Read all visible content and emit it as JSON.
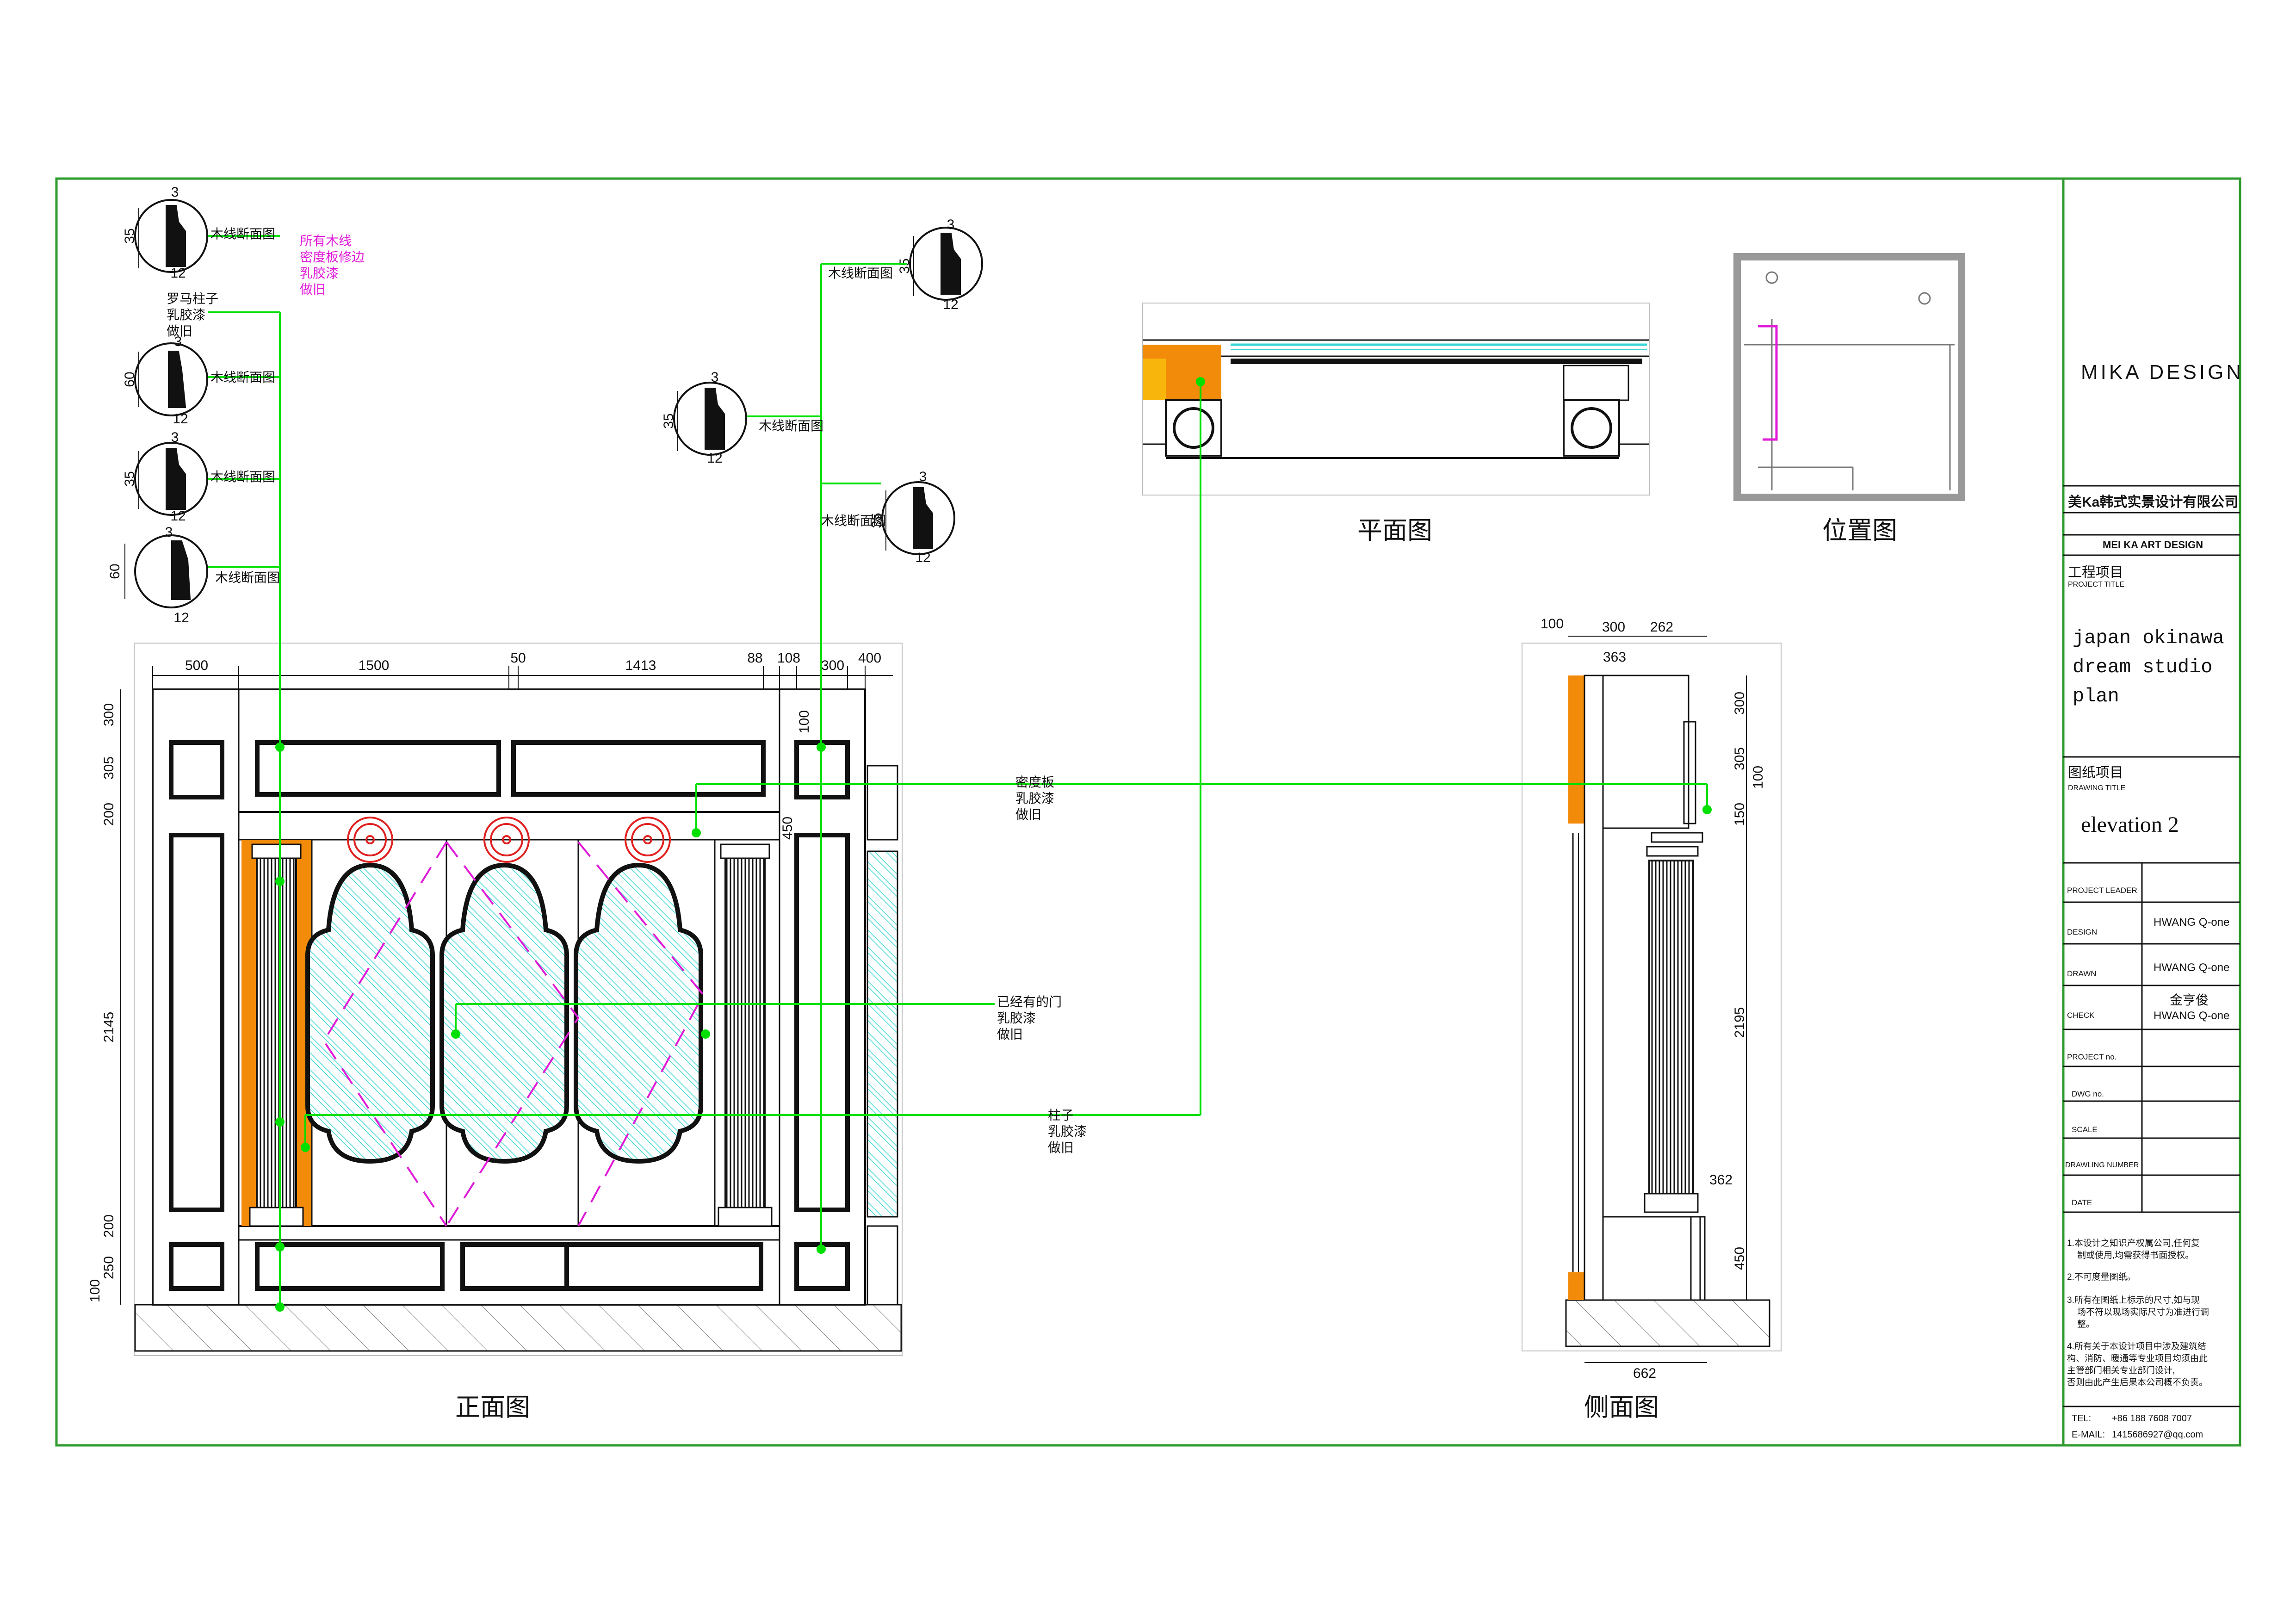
{
  "colors": {
    "border": "#2e9b2e",
    "leader": "#00e000",
    "orange": "#f28a0a",
    "mirror": "#3ad6d6",
    "magenta": "#e01ad8",
    "red": "#e02020",
    "line": "#111111"
  },
  "titleblock": {
    "logo": "MIKA DESIGN",
    "company_cn": "美Ka韩式实景设计有限公司",
    "company_en": "MEI KA ART DESIGN",
    "project_label_cn": "工程项目",
    "project_label_en": "PROJECT TITLE",
    "project_title": [
      "japan okinawa",
      "dream studio",
      "plan"
    ],
    "drawing_label_cn": "图纸项目",
    "drawing_label_en": "DRAWING TITLE",
    "drawing_title": "elevation 2",
    "rows": [
      {
        "label": "PROJECT LEADER",
        "value": ""
      },
      {
        "label": "DESIGN",
        "value": "HWANG Q-one"
      },
      {
        "label": "DRAWN",
        "value": "HWANG Q-one"
      },
      {
        "label": "CHECK",
        "value": "金亨俊",
        "value2": "HWANG Q-one"
      },
      {
        "label": "PROJECT no.",
        "value": ""
      },
      {
        "label": "DWG no.",
        "value": ""
      },
      {
        "label": "SCALE",
        "value": ""
      },
      {
        "label": "DRAWLING NUMBER",
        "value": ""
      },
      {
        "label": "DATE",
        "value": ""
      }
    ],
    "notes": [
      [
        "1.本设计之知识产权属公司,任何复",
        "制或使用,均需获得书面授权。"
      ],
      [
        "2.不可度量图纸。"
      ],
      [
        "3.所有在图纸上标示的尺寸,如与现",
        "场不符以现场实际尺寸为准进行调",
        "整。"
      ],
      [
        "4.所有关于本设计项目中涉及建筑结",
        "构、消防、暖通等专业项目均须由此",
        "主管部门相关专业部门设计,",
        "否则由此产生后果本公司概不负责。"
      ]
    ],
    "tel_label": "TEL:",
    "tel": "+86 188 7608 7007",
    "email_label": "E-MAIL:",
    "email": "1415686927@qq.com"
  },
  "views": {
    "front": "正面图",
    "side": "侧面图",
    "plan": "平面图",
    "location": "位置图"
  },
  "callouts": {
    "molding": "木线断面图",
    "all_molding": [
      "所有木线",
      "密度板修边",
      "乳胶漆",
      "做旧"
    ],
    "roman_column": [
      "罗马柱子",
      "乳胶漆",
      "做旧"
    ],
    "mdf": [
      "密度板",
      "乳胶漆",
      "做旧"
    ],
    "existing_door": [
      "已经有的门",
      "乳胶漆",
      "做旧"
    ],
    "column": [
      "柱子",
      "乳胶漆",
      "做旧"
    ]
  },
  "profiles": [
    {
      "h": "35",
      "w": "12",
      "t": "3"
    },
    {
      "h": "60",
      "w": "12",
      "t": "3"
    },
    {
      "h": "35",
      "w": "12",
      "t": "3"
    },
    {
      "h": "60",
      "w": "12",
      "t": "3"
    },
    {
      "h": "35",
      "w": "12",
      "t": "3"
    },
    {
      "h": "35",
      "w": "12",
      "t": "3"
    },
    {
      "h": "35",
      "w": "12",
      "t": "3"
    }
  ],
  "front_dims": {
    "top": [
      "500",
      "1500",
      "50",
      "1413",
      "88",
      "108",
      "300",
      "400"
    ],
    "left": [
      "300",
      "305",
      "200",
      "2145",
      "200",
      "250",
      "100"
    ],
    "inner": [
      "100",
      "450"
    ]
  },
  "side_dims": {
    "top": [
      "100",
      "300",
      "262"
    ],
    "top2": "363",
    "right": [
      "300",
      "305",
      "150",
      "2195",
      "450"
    ],
    "right_small": "100",
    "mid": "362",
    "bottom": "662"
  }
}
